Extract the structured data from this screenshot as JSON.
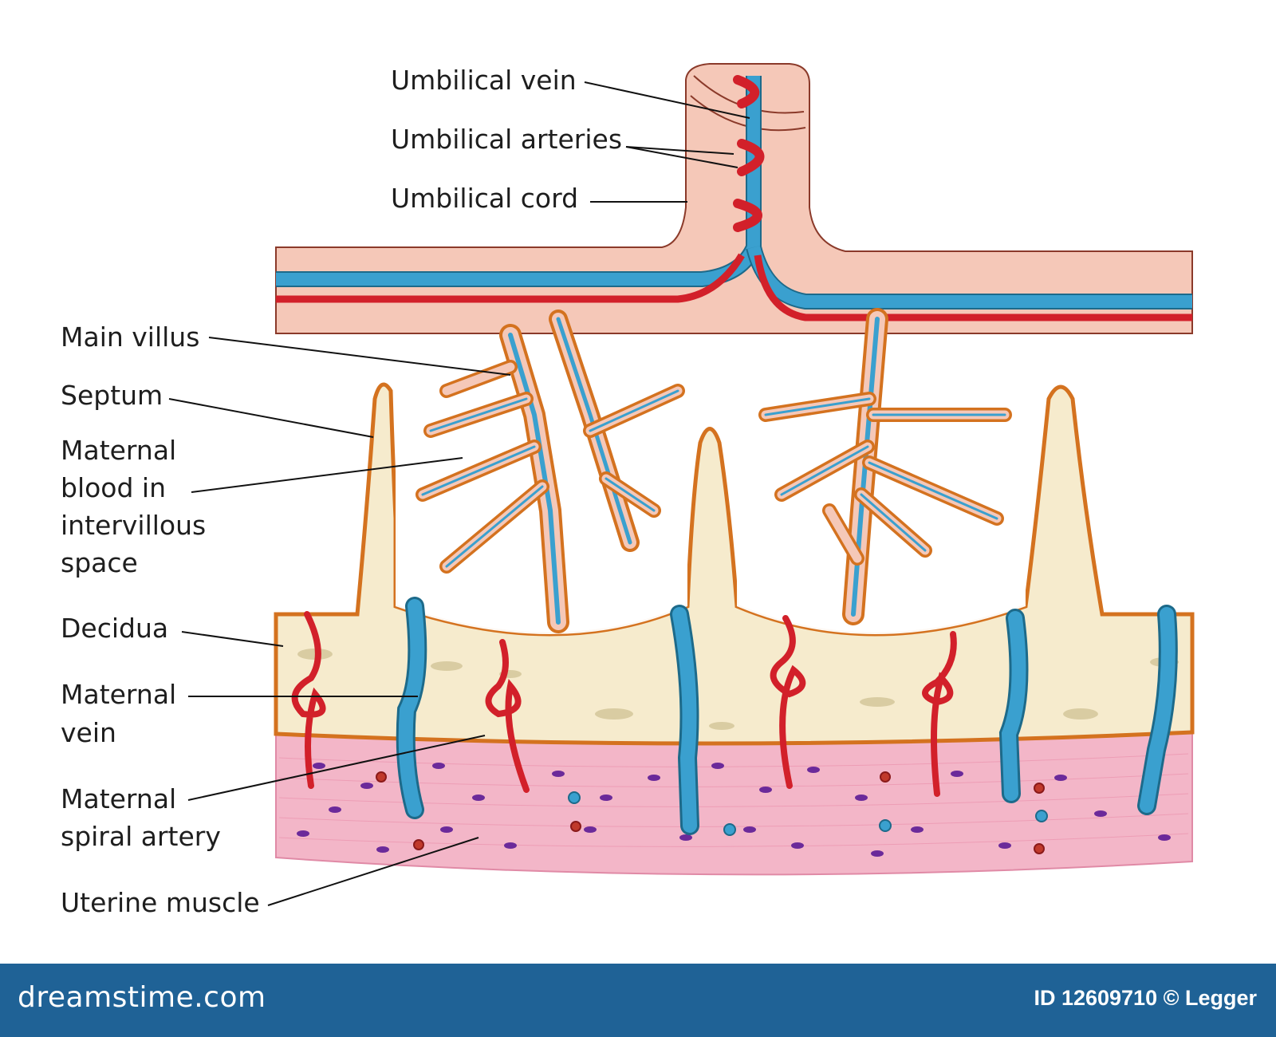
{
  "labels": {
    "umbilical_vein": "Umbilical vein",
    "umbilical_arteries": "Umbilical arteries",
    "umbilical_cord": "Umbilical cord",
    "main_villus": "Main villus",
    "septum": "Septum",
    "maternal_blood": [
      "Maternal",
      "blood in",
      "intervillous",
      "space"
    ],
    "decidua": "Decidua",
    "maternal_vein": [
      "Maternal",
      "vein"
    ],
    "maternal_spiral_artery": [
      "Maternal",
      "spiral artery"
    ],
    "uterine_muscle": "Uterine muscle"
  },
  "footer": {
    "brand": "dreamstime.com",
    "credit": "ID 12609710 © Legger"
  },
  "colors": {
    "vein": "#3aa0cf",
    "artery": "#d2202a",
    "chorion": "#f5c8b8",
    "villus_outline": "#d4721f",
    "decidua": "#f6ebcd",
    "muscle": "#f3b6c8",
    "footer": "#1f6296"
  }
}
